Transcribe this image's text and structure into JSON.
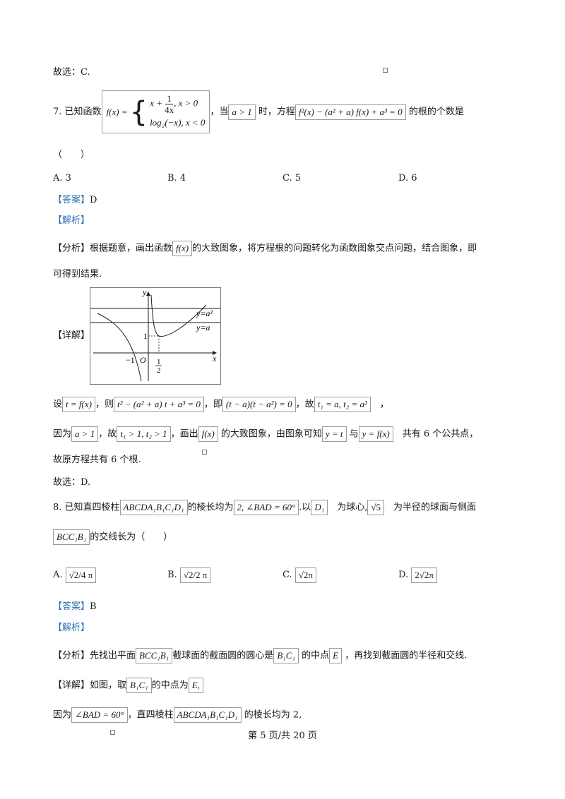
{
  "prev_answer": "故选：C.",
  "q7": {
    "prefix": "7. 已知函数",
    "func_name": "f(x) =",
    "case1": "x + 1/4x , x > 0",
    "case1_a": "x +",
    "case1_num": "1",
    "case1_den": "4x",
    "case1_b": ", x > 0",
    "case2": "log₂(−x), x < 0",
    "when": "，当",
    "cond": "a > 1",
    "eq_label": "时，方程",
    "equation": "f²(x) − (a² + a) f(x) + a³ = 0",
    "suffix": "的根的个数是",
    "paren": "（　　）",
    "options": [
      "A. 3",
      "B. 4",
      "C. 5",
      "D. 6"
    ],
    "answer_tag": "【答案】",
    "answer": "D",
    "analysis_tag": "【解析】",
    "fenxi_tag": "【分析】",
    "fenxi_1": "根据题意，画出函数",
    "fenxi_fx": "f(x)",
    "fenxi_2": "的大致图象，将方程根的问题转化为函数图象交点问题，结合图象，即",
    "fenxi_3": "可得到结果.",
    "xiangjie_tag": "【详解】",
    "graph": {
      "y_label": "y",
      "x_label": "x",
      "line1_label": "y=a²",
      "line2_label": "y=a",
      "tick_1": "1",
      "tick_neg1": "−1",
      "origin": "O",
      "half_num": "1",
      "half_den": "2"
    },
    "d1_a": "设",
    "d1_b": "t = f(x)",
    "d1_c": "，则",
    "d1_d": "t² − (a² + a) t + a³ = 0",
    "d1_e": "，即",
    "d1_f": "(t − a)(t − a²) = 0",
    "d1_g": "，故",
    "d1_h": "t₁ = a, t₂ = a²",
    "d1_i": "，",
    "d2_a": "因为",
    "d2_b": "a > 1",
    "d2_c": "，故",
    "d2_d": "t₁ > 1, t₂ > 1",
    "d2_e": "，画出",
    "d2_f": "f(x)",
    "d2_g": "的大致图象，由图象可知",
    "d2_h": "y = t",
    "d2_i": "与",
    "d2_j": "y = f(x)",
    "d2_k": "共有 6 个公共点，",
    "d3": "故原方程共有 6 个根.",
    "conclude": "故选：D."
  },
  "q8": {
    "prefix": "8. 已知直四棱柱",
    "prism": "ABCDA₁B₁C₁D₁",
    "mid": "的棱长均为",
    "cond": "2, ∠BAD = 60°",
    "mid2": ".以",
    "center": "D₁",
    "mid3": "为球心,",
    "radius": "√5",
    "mid4": "为半径的球面与侧面",
    "face": "BCC₁B₁",
    "suffix": "的交线长为（　　）",
    "options": [
      {
        "letter": "A.",
        "text": "√2/4 π"
      },
      {
        "letter": "B.",
        "text": "√2/2 π"
      },
      {
        "letter": "C.",
        "text": "√2π"
      },
      {
        "letter": "D.",
        "text": "2√2π"
      }
    ],
    "answer_tag": "【答案】",
    "answer": "B",
    "analysis_tag": "【解析】",
    "fenxi_tag": "【分析】",
    "fenxi_1": "先找出平面",
    "fenxi_face": "BCC₁B₁",
    "fenxi_2": "截球面的截面圆的圆心是",
    "fenxi_seg": "B₁C₁",
    "fenxi_3": "的中点",
    "fenxi_E": "E",
    "fenxi_4": "，再找到截面圆的半径和交线.",
    "xiangjie_tag": "【详解】",
    "x1_a": "如图，取",
    "x1_seg": "B₁C₁",
    "x1_b": "的中点为",
    "x1_E": "E,",
    "x2_a": "因为",
    "x2_angle": "∠BAD = 60°",
    "x2_b": "，直四棱柱",
    "x2_prism": "ABCDA₁B₁C₁D₁",
    "x2_c": "的棱长均为 2,"
  },
  "footer": "第 5 页/共 20 页"
}
